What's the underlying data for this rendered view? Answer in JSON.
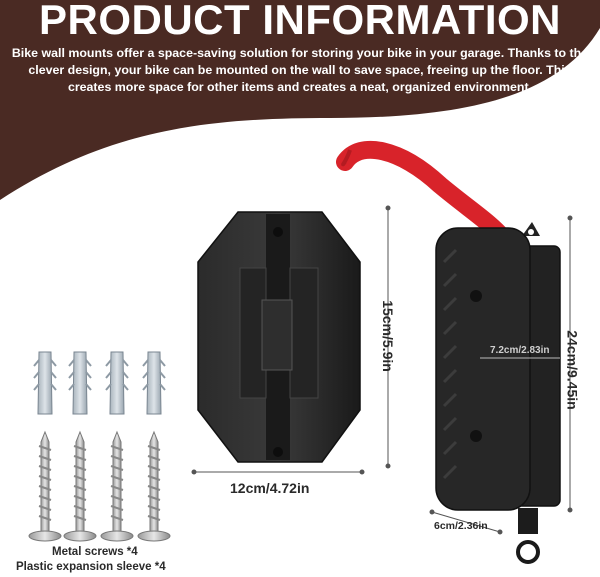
{
  "header": {
    "title": "PRODUCT INFORMATION",
    "description": "Bike wall mounts offer a space-saving solution for storing your bike in your garage. Thanks to the clever design, your bike can be mounted on the wall to save space, freeing up the floor. This creates more space for other items and creates a neat, organized environment.",
    "background_color": "#4a2a23"
  },
  "dimensions": {
    "mount_height": "15cm/5.9in",
    "mount_width": "12cm/4.72in",
    "hook_height": "24cm/9.45in",
    "hook_inner": "7.2cm/2.83in",
    "hook_depth": "6cm/2.36in"
  },
  "accessories": {
    "screws_label": "Metal screws *4",
    "sleeves_label": "Plastic expansion sleeve *4"
  },
  "colors": {
    "hook_red": "#d8232a",
    "body_black": "#1e1e1e"
  }
}
